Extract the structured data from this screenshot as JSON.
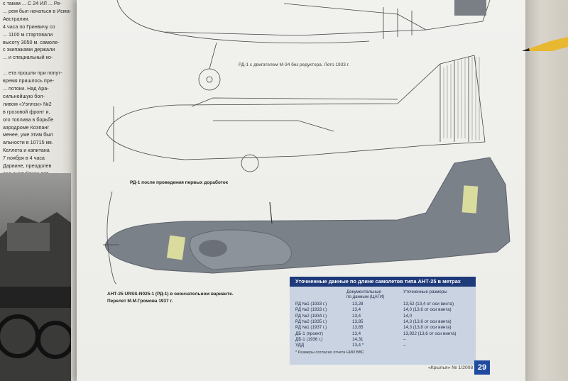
{
  "left_page": {
    "text_lines": [
      "с таким ... С 24 ИЛ ... Ре-",
      "... рем был начаться в Исма-",
      "Австралии.",
      "4 часа по Гринвичу со",
      "... 1100 м стартовали",
      "высоту 3050 м. самоле-",
      "с экипажами держали",
      "... и специальный ко-",
      "",
      "... ета прошли при попут-",
      "время пришлось пре-",
      "... потоки. Над Ара-",
      "сильнейшую бол-",
      "ливом «Уэллси» №2",
      "в грозовой фронт и,",
      "ого топлива в борьбе",
      "аэродроме Коэпанг",
      "менее, уже этим был",
      "альности в 10715 км.",
      "Келлета и капитана",
      "7 ноября в 4 часа",
      "Дарвине, преодолев",
      "ард английских лет-"
    ]
  },
  "captions": {
    "rd1_m34": "РД-1 с двигателем М-34 без редуктора. Лето 1933 г.",
    "rd1_first": "РД-1 после проведения первых доработок",
    "ant25_line1": "АНТ-25 URSS-N025-1 (РД-1) в окончательном варианте.",
    "ant25_line2": "Перелет М.М.Громова 1937 г."
  },
  "table": {
    "title": "Уточненные данные по длине самолетов типа АНТ-25 в метрах",
    "col2_header_line1": "Документальные",
    "col2_header_line2": "по данным  (ЦАГИ)",
    "col3_header": "Уточненные размеры",
    "rows": [
      {
        "name": "РД №1 (1933 г.)",
        "doc": "13,28",
        "refined": "13,52 (13,4 от оси винта)"
      },
      {
        "name": "РД №2 (1933 г.)",
        "doc": "13,4",
        "refined": "14,0 (13,6 от оси винта)"
      },
      {
        "name": "РД №2 (1934 г.)",
        "doc": "13,4",
        "refined": "14,0"
      },
      {
        "name": "РД №2 (1935 г.)",
        "doc": "13,85",
        "refined": "14,3 (13,6 от оси винта)"
      },
      {
        "name": "РД №1 (1937 г.)",
        "doc": "13,85",
        "refined": "14,3 (13,8 от оси винта)"
      },
      {
        "name": "ДБ-1 (проект)",
        "doc": "13,4",
        "refined": "13,922 (13,6 от оси винта)"
      },
      {
        "name": "ДБ-1 (1936 г.)",
        "doc": "14,31",
        "refined": "–"
      },
      {
        "name": "УДД",
        "doc": "13,4 *",
        "refined": "–"
      }
    ],
    "footnote": "* Размеры согласно отчета НИИ ВВС"
  },
  "footer": {
    "magazine": "«Крылья» № 1/2008",
    "page_number": "29"
  },
  "colors": {
    "model_grey": "#7b8189",
    "table_header": "#1f3a7a",
    "table_bg": "#c9d3e2",
    "tape_yellow": "#e3e6a0",
    "pencil_yellow": "#e8b830"
  }
}
